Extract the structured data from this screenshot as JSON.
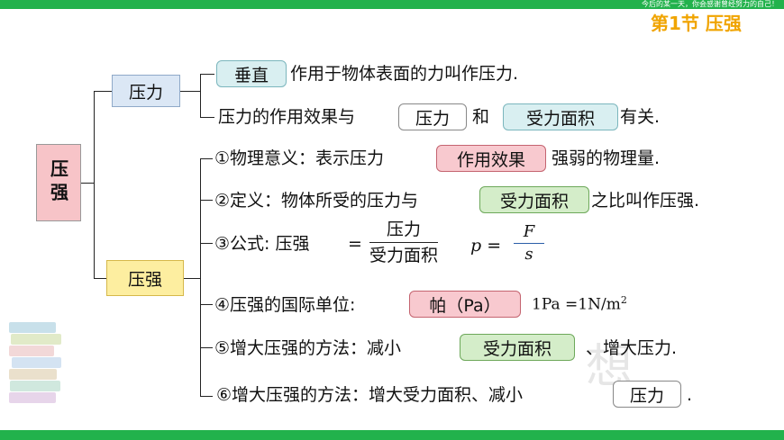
{
  "header": {
    "slogan": "今后的某一天，你会感谢曾经努力的自己！",
    "section_title": "第1节 压强"
  },
  "root": {
    "label": "压强"
  },
  "branch_pressure_force": {
    "label": "压力",
    "line1": {
      "blank": "垂直",
      "text": "作用于物体表面的力叫作压力."
    },
    "line2": {
      "prefix": "压力的作用效果与",
      "blank1": "压力",
      "middle": "和",
      "blank2": "受力面积",
      "suffix": "有关."
    }
  },
  "branch_pressure": {
    "label": "压强",
    "item1": {
      "prefix": "①物理意义：表示压力",
      "blank": "作用效果",
      "suffix": "强弱的物理量."
    },
    "item2": {
      "prefix": "②定义：物体所受的压力与",
      "blank": "受力面积",
      "suffix": "之比叫作压强."
    },
    "item3": {
      "prefix": "③公式: 压强",
      "equals": "=",
      "numerator": "压力",
      "denominator": "受力面积",
      "symbol_lhs": "p =",
      "symbol_num": "F",
      "symbol_den": "s"
    },
    "item4": {
      "prefix": "④压强的国际单位:",
      "blank": "帕（Pa）",
      "note": "1Pa =1N/m",
      "note_sup": "2"
    },
    "item5": {
      "prefix": "⑤增大压强的方法：减小",
      "blank": "受力面积",
      "suffix": "、增大压力."
    },
    "item6": {
      "prefix": "⑥增大压强的方法：增大受力面积、减小",
      "blank": "压力",
      "suffix": "."
    }
  },
  "colors": {
    "bar_green": "#22b24c",
    "title_orange": "#f0a400",
    "blank_teal": "#d9eff1",
    "blank_pink": "#f8c9cf",
    "blank_green": "#d4edc9"
  }
}
